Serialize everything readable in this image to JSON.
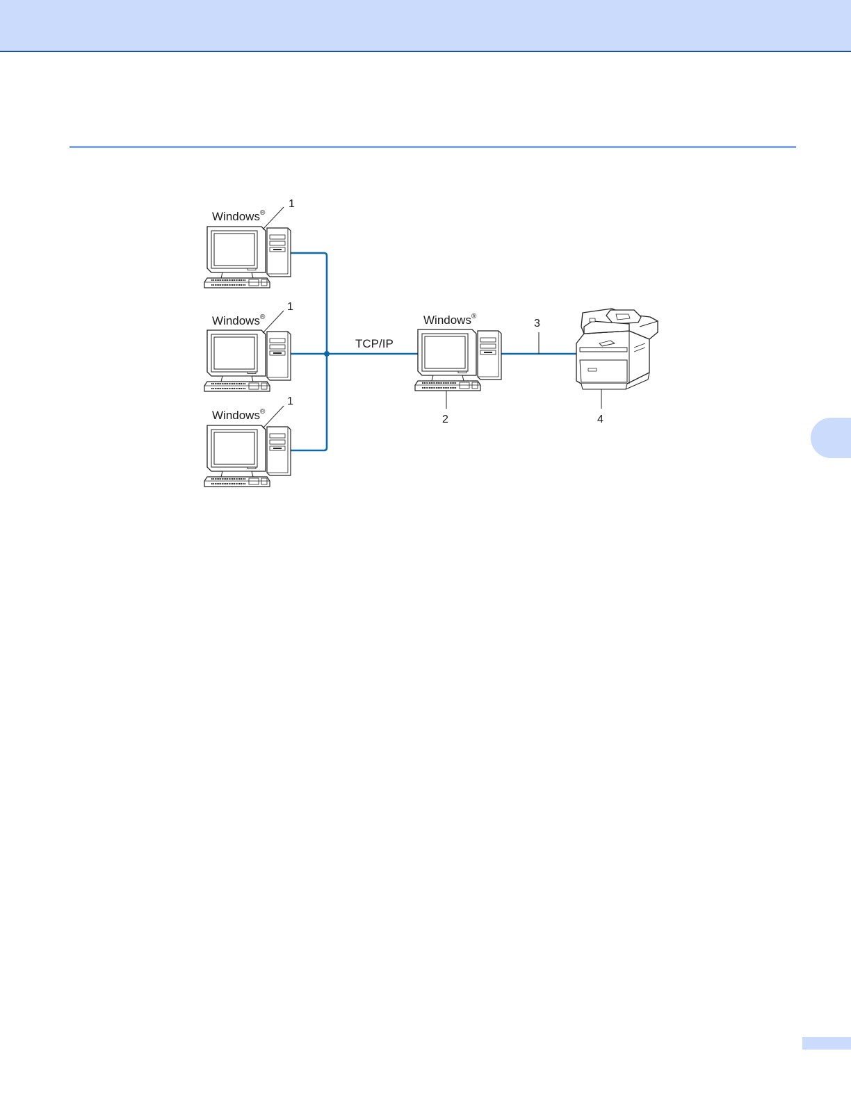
{
  "diagram": {
    "clients": [
      {
        "os_label": "Windows",
        "reg_mark": "®",
        "callout": "1"
      },
      {
        "os_label": "Windows",
        "reg_mark": "®",
        "callout": "1"
      },
      {
        "os_label": "Windows",
        "reg_mark": "®",
        "callout": "1"
      }
    ],
    "network_label": "TCP/IP",
    "server": {
      "os_label": "Windows",
      "reg_mark": "®",
      "callout": "2"
    },
    "link_callout": "3",
    "printer_callout": "4",
    "colors": {
      "network_line": "#0e6aa6",
      "header_band": "#cadbfc",
      "rule": "#7ea5ec"
    }
  }
}
